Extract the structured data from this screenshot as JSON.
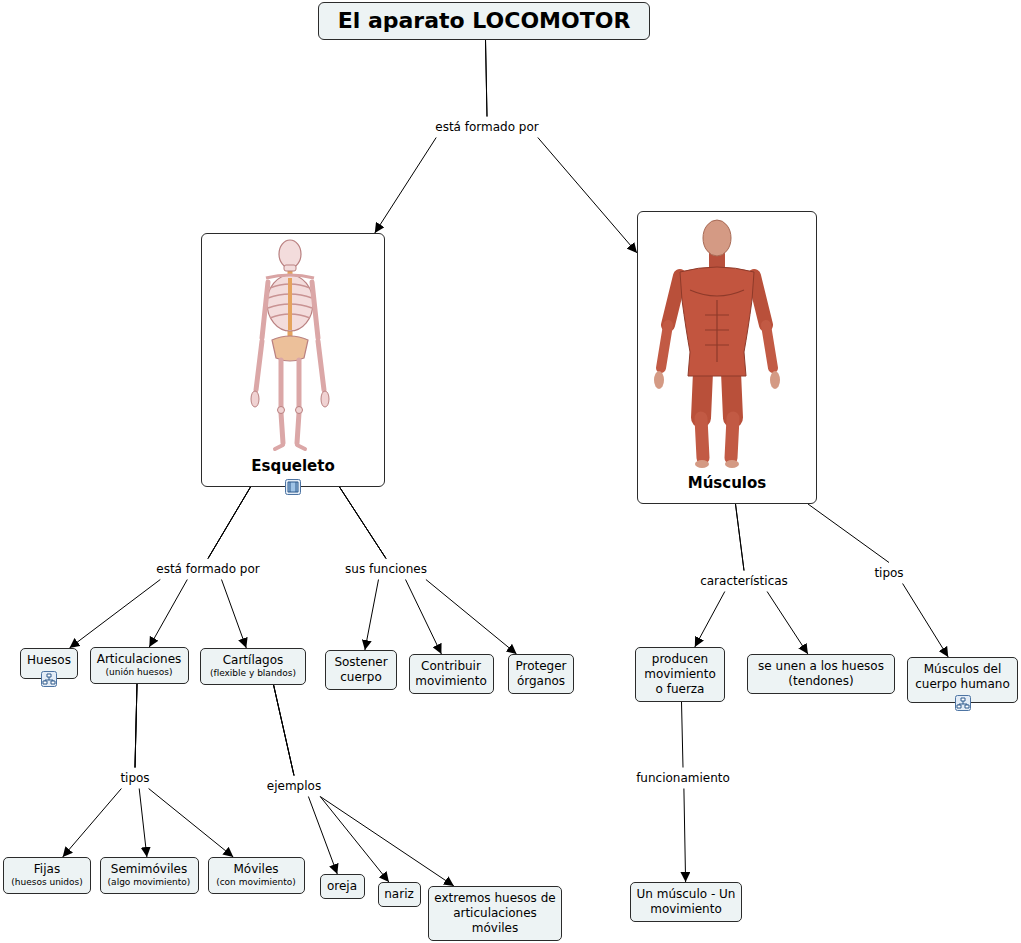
{
  "diagram": {
    "nodes": [
      {
        "text": [
          "El aparato LOCOMOTOR"
        ]
      },
      {
        "text": [
          "Esqueleto"
        ]
      },
      {
        "text": [
          "Músculos"
        ]
      },
      {
        "text": [
          "Huesos"
        ]
      },
      {
        "text": [
          "Articulaciones",
          "(unión huesos)"
        ]
      },
      {
        "text": [
          "Cartílagos",
          "(flexible y blandos)"
        ]
      },
      {
        "text": [
          "Sostener cuerpo"
        ]
      },
      {
        "text": [
          "Contribuir movimiento"
        ]
      },
      {
        "text": [
          "Proteger órganos"
        ]
      },
      {
        "text": [
          "producen movimiento o fuerza"
        ]
      },
      {
        "text": [
          "se unen a los huesos (tendones)"
        ]
      },
      {
        "text": [
          "Músculos del cuerpo humano"
        ]
      },
      {
        "text": [
          "Fijas",
          "(huesos unidos)"
        ]
      },
      {
        "text": [
          "Semimóviles",
          "(algo movimiento)"
        ]
      },
      {
        "text": [
          "Móviles",
          "(con movimiento)"
        ]
      },
      {
        "text": [
          "oreja"
        ]
      },
      {
        "text": [
          "nariz"
        ]
      },
      {
        "text": [
          "extremos huesos de articulaciones móviles"
        ]
      },
      {
        "text": [
          "Un músculo - Un movimiento"
        ]
      }
    ],
    "edges": [
      {
        "from": 0,
        "to": 1,
        "arrow": "to",
        "label": "está formado por"
      },
      {
        "from": 0,
        "to": 2,
        "arrow": "to"
      },
      {
        "from": 1,
        "to": 3,
        "arrow": "to",
        "label": "está formado por"
      },
      {
        "from": 1,
        "to": 4,
        "arrow": "to"
      },
      {
        "from": 1,
        "to": 5,
        "arrow": "to"
      },
      {
        "from": 1,
        "to": 6,
        "arrow": "to",
        "label": "sus funciones"
      },
      {
        "from": 1,
        "to": 7,
        "arrow": "to"
      },
      {
        "from": 1,
        "to": 8,
        "arrow": "to"
      },
      {
        "from": 2,
        "to": 9,
        "arrow": "to",
        "label": "características"
      },
      {
        "from": 2,
        "to": 10,
        "arrow": "to"
      },
      {
        "from": 2,
        "to": 11,
        "arrow": "to",
        "label": "tipos"
      },
      {
        "from": 4,
        "to": 12,
        "arrow": "to",
        "label": "tipos"
      },
      {
        "from": 4,
        "to": 13,
        "arrow": "to"
      },
      {
        "from": 4,
        "to": 14,
        "arrow": "to"
      },
      {
        "from": 5,
        "to": 15,
        "arrow": "to",
        "label": "ejemplos"
      },
      {
        "from": 5,
        "to": 16,
        "arrow": "to"
      },
      {
        "from": 5,
        "to": 17,
        "arrow": "to"
      },
      {
        "from": 9,
        "to": 18,
        "arrow": "to",
        "label": "funcionamiento"
      }
    ]
  }
}
